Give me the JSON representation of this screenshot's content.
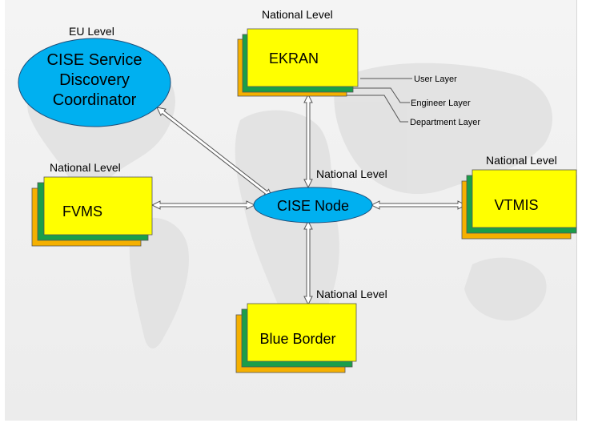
{
  "levels": {
    "eu": "EU Level",
    "national_top": "National Level",
    "national_left": "National Level",
    "national_right": "National Level",
    "national_center": "National Level",
    "national_bottom": "National Level"
  },
  "nodes": {
    "coordinator_line1": "CISE Service",
    "coordinator_line2": "Discovery",
    "coordinator_line3": "Coordinator",
    "cise_node": "CISE Node",
    "ekran": "EKRAN",
    "fvms": "FVMS",
    "vtmis": "VTMIS",
    "blue_border": "Blue Border"
  },
  "layers": {
    "user": "User Layer",
    "engineer": "Engineer Layer",
    "department": "Department Layer"
  },
  "colors": {
    "box_front": "#ffff00",
    "box_middle": "#1a9e4a",
    "box_back": "#f5b000",
    "ellipse_fill": "#00b0f0",
    "ellipse_stroke": "#1f4e79"
  }
}
